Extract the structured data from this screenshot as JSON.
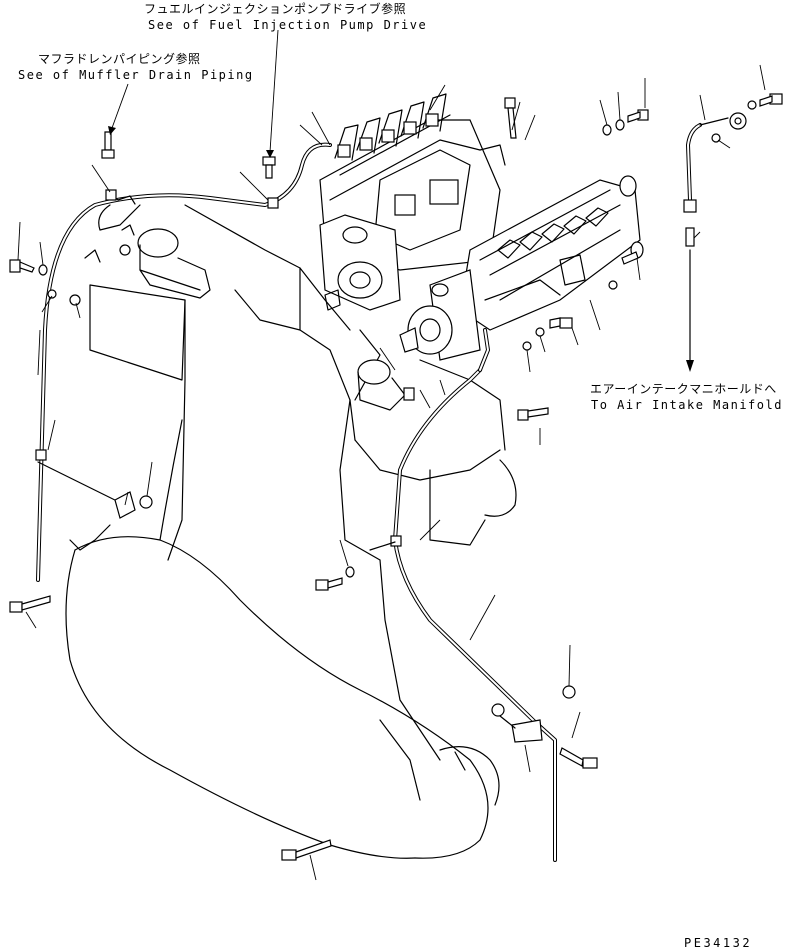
{
  "callouts": {
    "fuel_pump_drive": {
      "jp": "フュエルインジェクションポンプドライブ参照",
      "en": "See of Fuel Injection Pump Drive"
    },
    "muffler_drain": {
      "jp": "マフラドレンパイピング参照",
      "en": "See of Muffler Drain Piping"
    },
    "air_intake": {
      "jp": "エアーインテークマニホールドへ",
      "en": "To Air Intake Manifold"
    }
  },
  "drawing_code": "PE34132",
  "colors": {
    "line": "#000000",
    "background": "#ffffff"
  }
}
